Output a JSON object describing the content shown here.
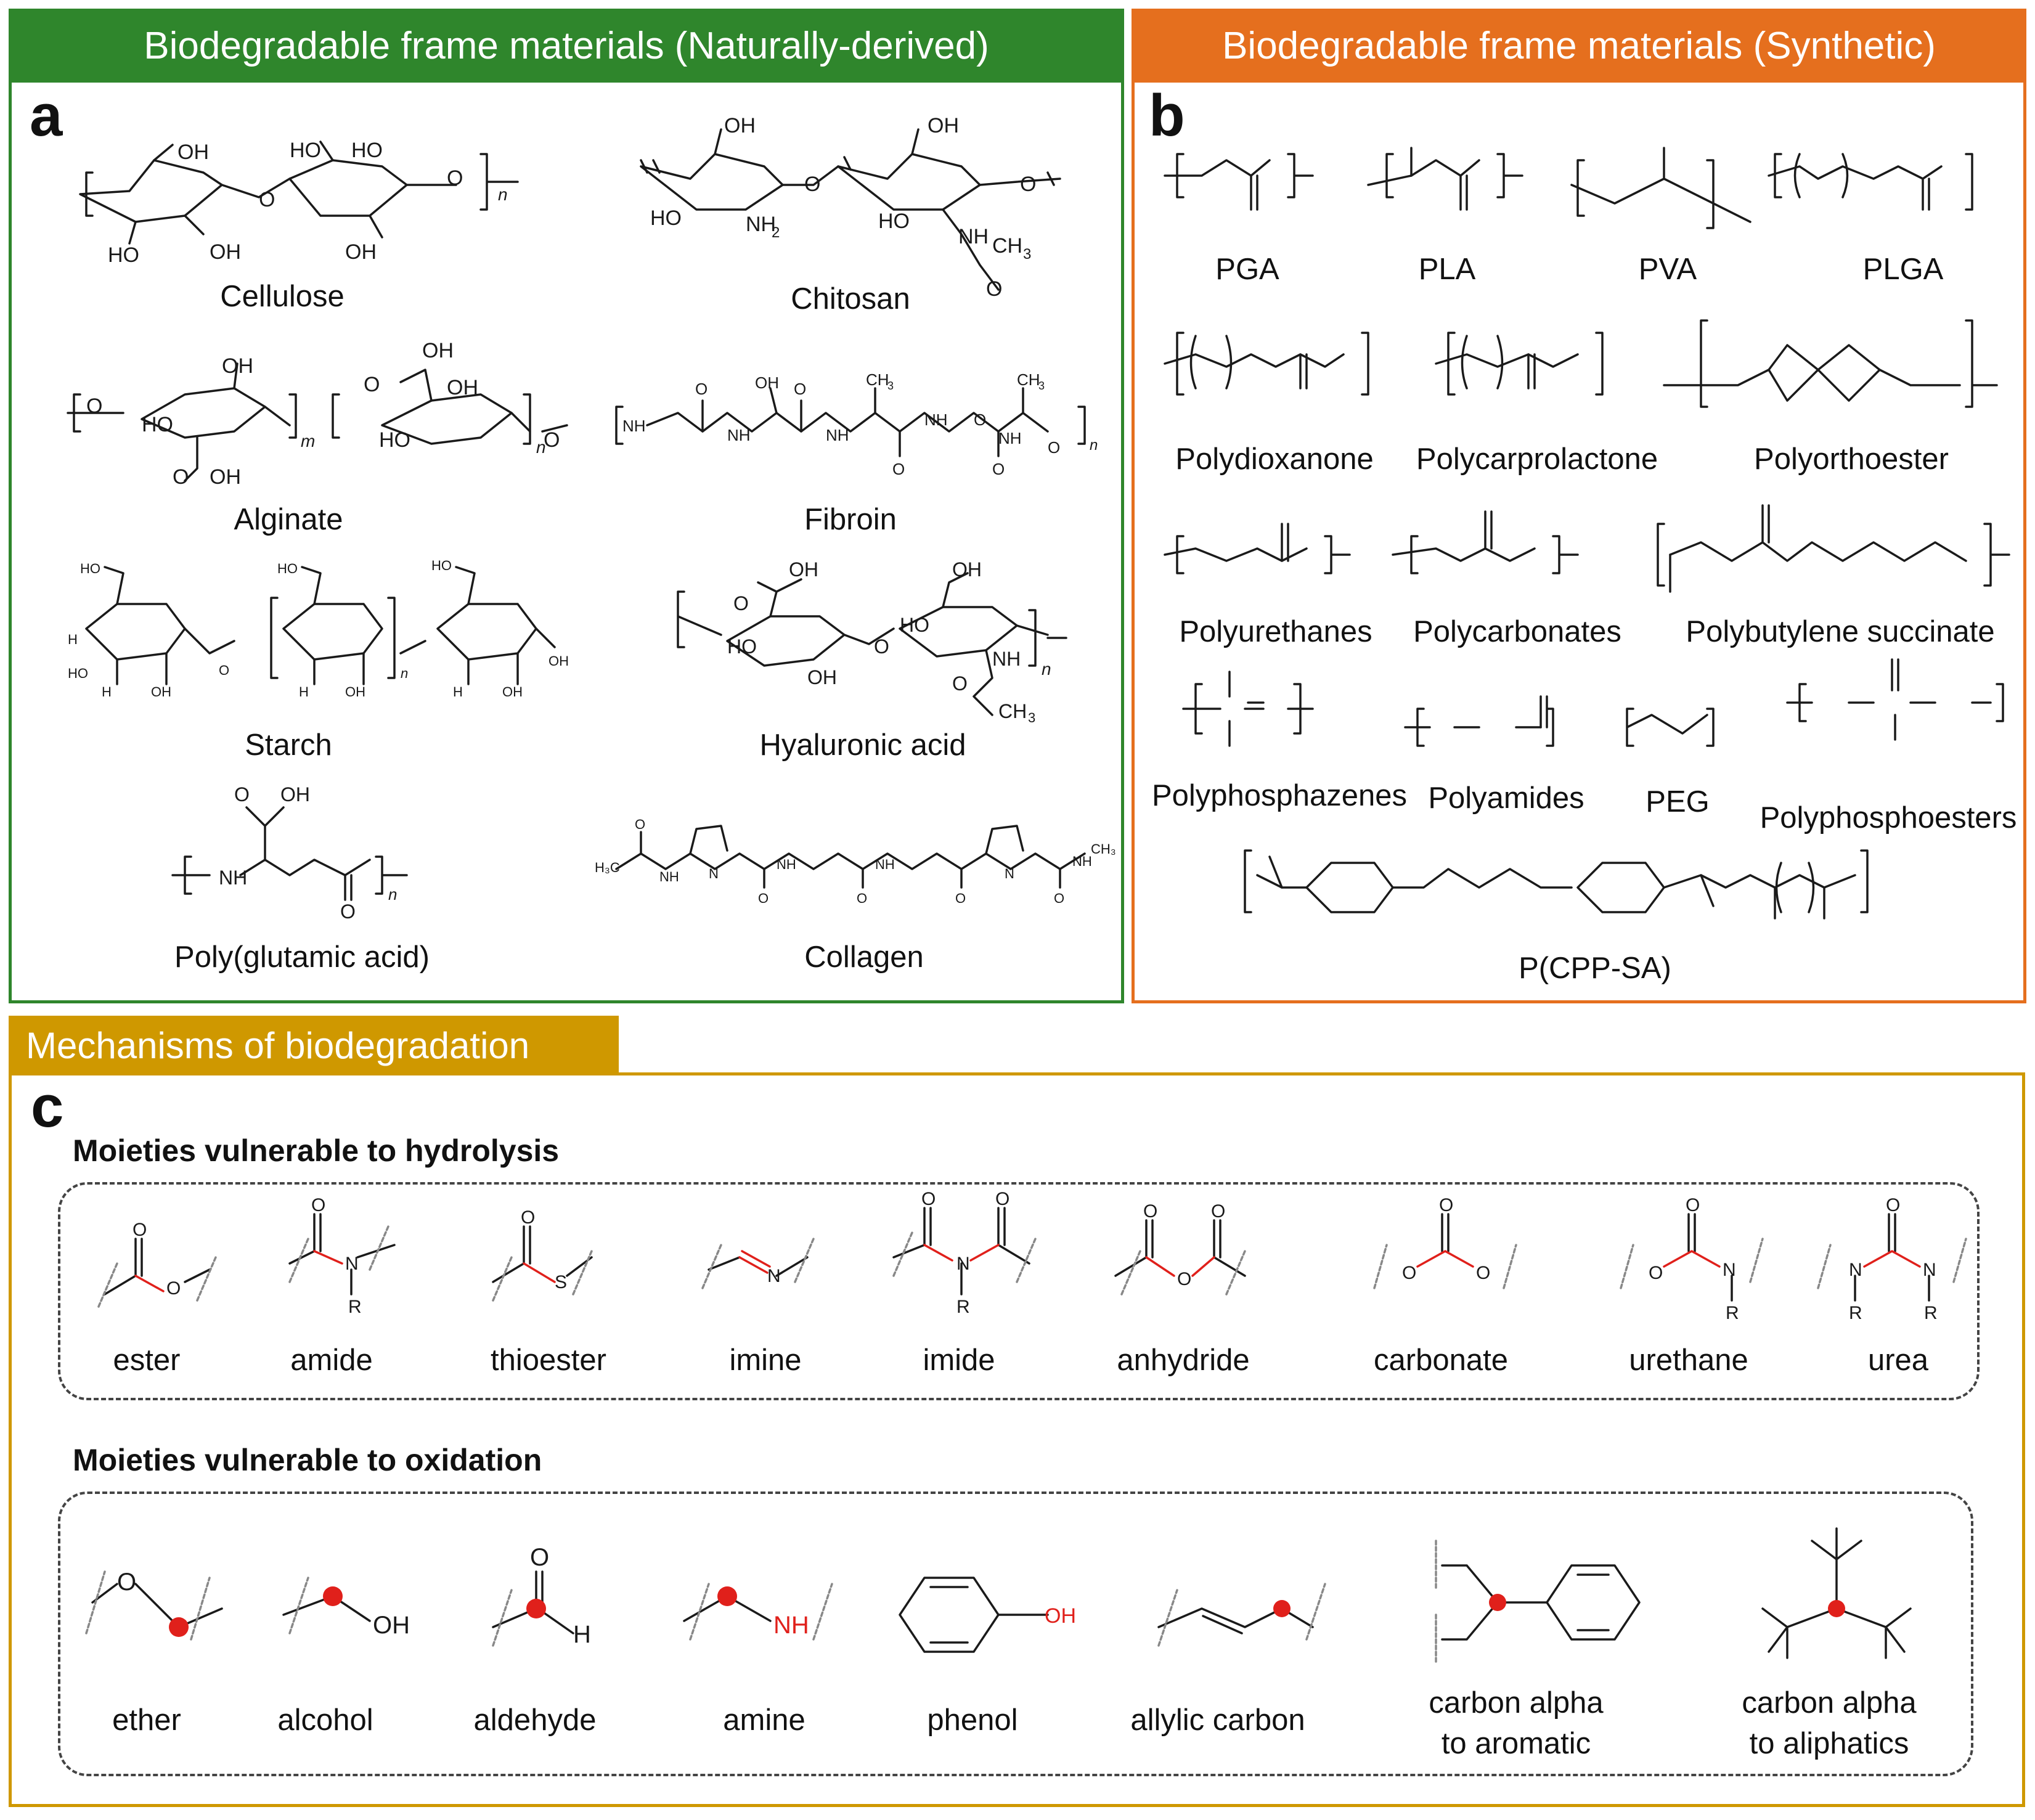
{
  "colors": {
    "green": "#2f862c",
    "orange": "#e56f1e",
    "gold": "#cf9800",
    "bond_red": "#e0201b"
  },
  "panel_a": {
    "header": "Biodegradable frame materials (Naturally-derived)",
    "letter": "a",
    "labels": [
      "Cellulose",
      "Chitosan",
      "Alginate",
      "Fibroin",
      "Starch",
      "Hyaluronic acid",
      "Poly(glutamic acid)",
      "Collagen"
    ]
  },
  "panel_b": {
    "header": "Biodegradable frame materials (Synthetic)",
    "letter": "b",
    "labels": [
      "PGA",
      "PLA",
      "PVA",
      "PLGA",
      "Polydioxanone",
      "Polycarprolactone",
      "Polyorthoester",
      "Polyurethanes",
      "Polycarbonates",
      "Polybutylene succinate",
      "Polyphosphazenes",
      "Polyamides",
      "PEG",
      "Polyphosphoesters",
      "P(CPP-SA)"
    ]
  },
  "panel_c": {
    "header": "Mechanisms of biodegradation",
    "letter": "c",
    "hydrolysis": {
      "title": "Moieties vulnerable to hydrolysis",
      "labels": [
        "ester",
        "amide",
        "thioester",
        "imine",
        "imide",
        "anhydride",
        "carbonate",
        "urethane",
        "urea"
      ]
    },
    "oxidation": {
      "title": "Moieties vulnerable to oxidation",
      "labels": [
        "ether",
        "alcohol",
        "aldehyde",
        "amine",
        "phenol",
        "allylic carbon",
        "carbon alpha\nto aromatic",
        "carbon alpha\nto aliphatics"
      ]
    }
  }
}
